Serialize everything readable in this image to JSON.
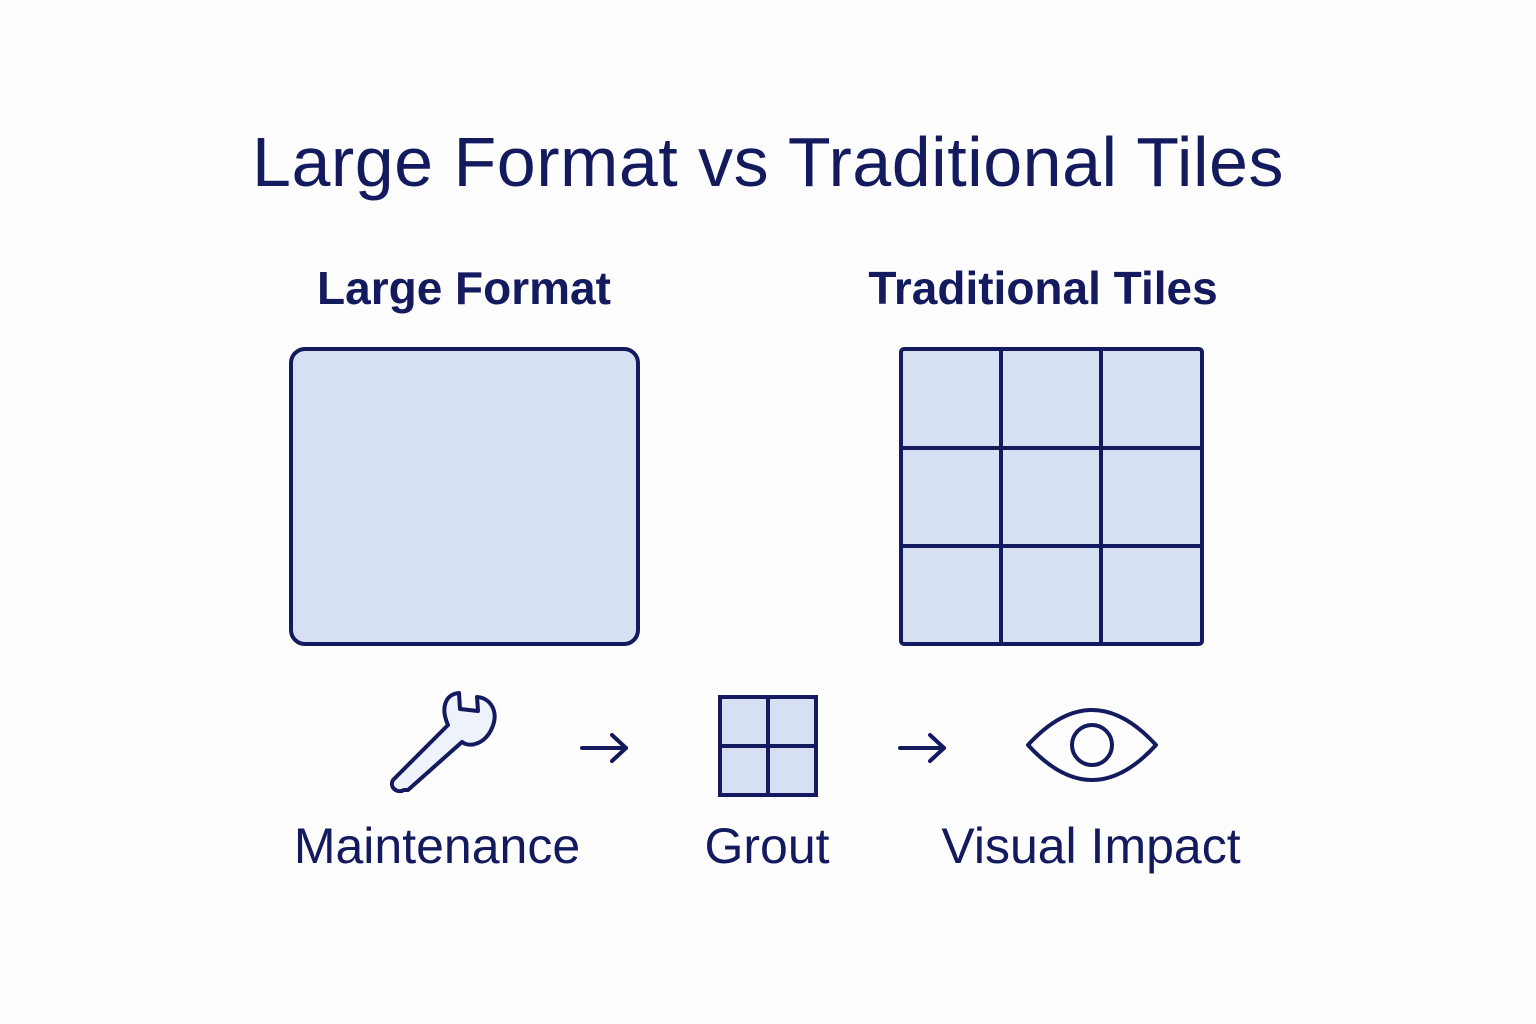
{
  "title": "Large Format vs Traditional Tiles",
  "columns": {
    "large_format": {
      "heading": "Large Format"
    },
    "traditional": {
      "heading": "Traditional Tiles"
    }
  },
  "flow": [
    {
      "label": "Maintenance",
      "icon": "wrench-icon"
    },
    {
      "label": "Grout",
      "icon": "grid-icon"
    },
    {
      "label": "Visual Impact",
      "icon": "eye-icon"
    }
  ],
  "colors": {
    "ink": "#141a5e",
    "tile_fill": "#d6e0f2",
    "background": "#fdfdfe"
  }
}
